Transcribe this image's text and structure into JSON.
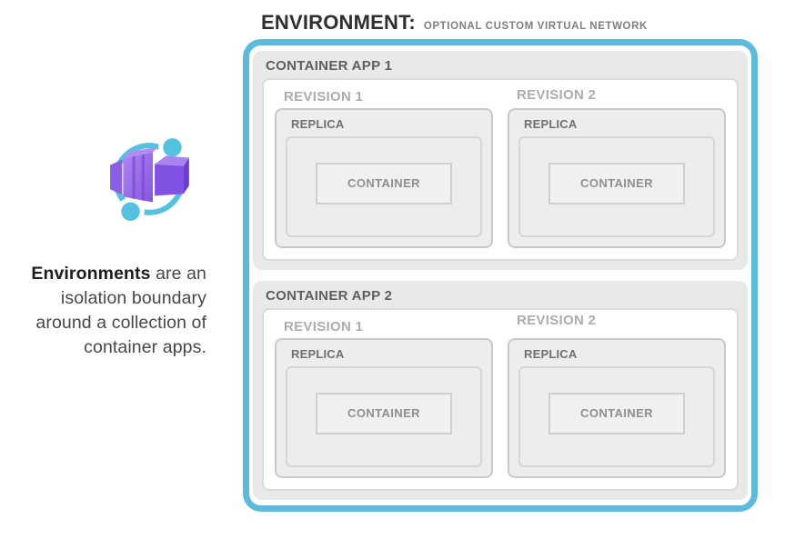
{
  "header": {
    "title": "ENVIRONMENT:",
    "subtitle": "OPTIONAL CUSTOM VIRTUAL NETWORK"
  },
  "legend": {
    "icon": "azure-container-apps-icon",
    "text_bold": "Environments",
    "text_rest": " are an isolation boundary around a collection of container apps."
  },
  "environment": {
    "apps": [
      {
        "label": "CONTAINER APP 1",
        "revisions": [
          {
            "label": "REVISION 1",
            "replica": {
              "label": "REPLICA",
              "container": {
                "label": "CONTAINER"
              }
            }
          },
          {
            "label": "REVISION 2",
            "replica": {
              "label": "REPLICA",
              "container": {
                "label": "CONTAINER"
              }
            }
          }
        ]
      },
      {
        "label": "CONTAINER APP 2",
        "revisions": [
          {
            "label": "REVISION 1",
            "replica": {
              "label": "REPLICA",
              "container": {
                "label": "CONTAINER"
              }
            }
          },
          {
            "label": "REVISION 2",
            "replica": {
              "label": "REPLICA",
              "container": {
                "label": "CONTAINER"
              }
            }
          }
        ]
      }
    ]
  },
  "colors": {
    "environment_border": "#5ebada",
    "icon_orbit_blue": "#56c0df",
    "icon_purple_light": "#b28cf4",
    "icon_purple_mid": "#9a6fe9",
    "icon_purple_dark": "#7b48d8",
    "app_box_fill": "#e9e9e9",
    "revision_box_fill": "#ededed",
    "title_text": "#2f2f2f",
    "subtitle_text": "#7f7f7f"
  }
}
